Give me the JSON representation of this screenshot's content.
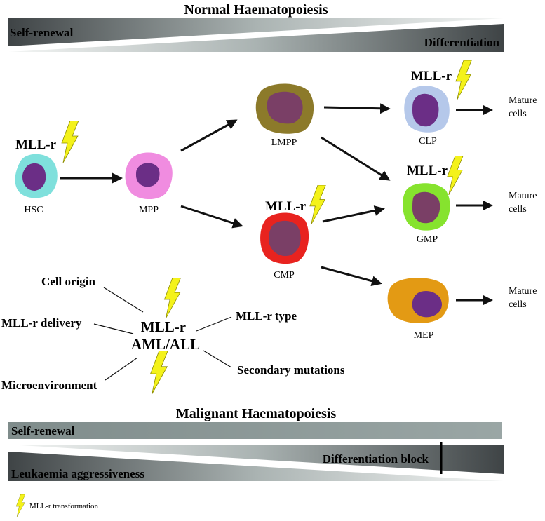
{
  "normal": {
    "title": "Normal Haematopoiesis",
    "self_renewal": "Self-renewal",
    "differentiation": "Differentiation"
  },
  "cells": {
    "hsc": "HSC",
    "mpp": "MPP",
    "lmpp": "LMPP",
    "cmp": "CMP",
    "clp": "CLP",
    "gmp": "GMP",
    "mep": "MEP"
  },
  "mll_label": "MLL-r",
  "mature_line1": "Mature",
  "mature_line2": "cells",
  "factors": {
    "cell_origin": "Cell origin",
    "mllr_delivery": "MLL-r delivery",
    "microenvironment": "Microenvironment",
    "mllr_type": "MLL-r type",
    "secondary_mutations": "Secondary mutations",
    "center_line1": "MLL-r",
    "center_line2": "AML/ALL"
  },
  "malignant": {
    "title": "Malignant Haematopoiesis",
    "self_renewal": "Self-renewal",
    "differentiation_block": "Differentiation block",
    "leukaemia_aggressiveness": "Leukaemia aggressiveness"
  },
  "legend": {
    "label": "MLL-r transformation",
    "icon": "lightning-bolt"
  },
  "colors": {
    "nucleus": "#6b2e86",
    "hsc": "#7fe0dc",
    "mpp": "#f08ce0",
    "lmpp": "#8c7a2a",
    "cmp": "#e8231f",
    "clp": "#b5c8ea",
    "gmp": "#86e32e",
    "mep": "#e39a14",
    "bolt": "#f4f21a"
  }
}
